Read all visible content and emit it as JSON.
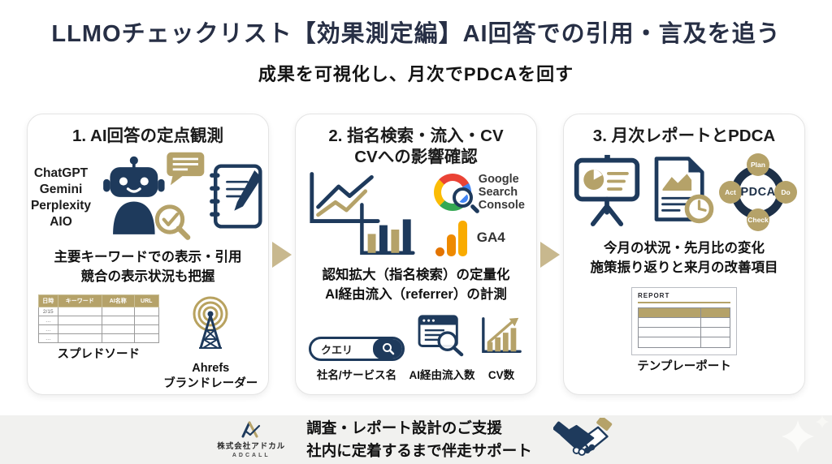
{
  "page": {
    "title": "LLMOチェックリスト【効果測定編】AI回答での引用・言及を追う",
    "subtitle": "成果を可視化し、月次でPDCAを回す"
  },
  "cards": [
    {
      "title": "1. AI回答の定点観測",
      "ai_tools": [
        "ChatGPT",
        "Gemini",
        "Perplexity",
        "AIO"
      ],
      "desc1": "主要キーワードでの表示・引用",
      "desc2": "競合の表示状況も把握",
      "table": {
        "headers": [
          "日時",
          "キーワード",
          "AI名称",
          "URL"
        ],
        "rows": [
          "2/15",
          "…",
          "…",
          "…"
        ]
      },
      "table_label": "スプレドソード",
      "radar_label1": "Ahrefs",
      "radar_label2": "ブランドレーダー"
    },
    {
      "title1": "2. 指名検索・流入・CV",
      "title2": "CVへの影響確認",
      "gsc_lines": [
        "Google",
        "Search",
        "Console"
      ],
      "ga4_label": "GA4",
      "desc1": "認知拡大（指名検索）の定量化",
      "desc2": "AI経由流入（referrer）の計測",
      "query_text": "クエリ",
      "item1_label": "社名/サービス名",
      "item2_label": "AI経由流入数",
      "item3_label": "CV数"
    },
    {
      "title": "3. 月次レポートとPDCA",
      "pdca_center": "PDCA",
      "pdca_plan": "Plan",
      "pdca_do": "Do",
      "pdca_check": "Check",
      "pdca_act": "Act",
      "desc1": "今月の状況・先月比の変化",
      "desc2": "施策振り返りと来月の改善項目",
      "report_title": "REPORT",
      "template_label": "テンプレーポート"
    }
  ],
  "footer": {
    "company": "株式会社アドカル",
    "company_en": "ADCALL",
    "support1": "調査・レポート設計のご支援",
    "support2": "社内に定着するまで伴走サポート"
  },
  "colors": {
    "navy": "#1e3a5c",
    "title_navy": "#272f45",
    "gold": "#b5a269",
    "arrow_gold": "#c8b88e",
    "footer_bg": "#f1f1ef",
    "google_red": "#EA4335",
    "google_yellow": "#FBBC05",
    "google_green": "#34A853",
    "google_blue": "#4285F4",
    "ga4_orange": "#F9AB00"
  }
}
